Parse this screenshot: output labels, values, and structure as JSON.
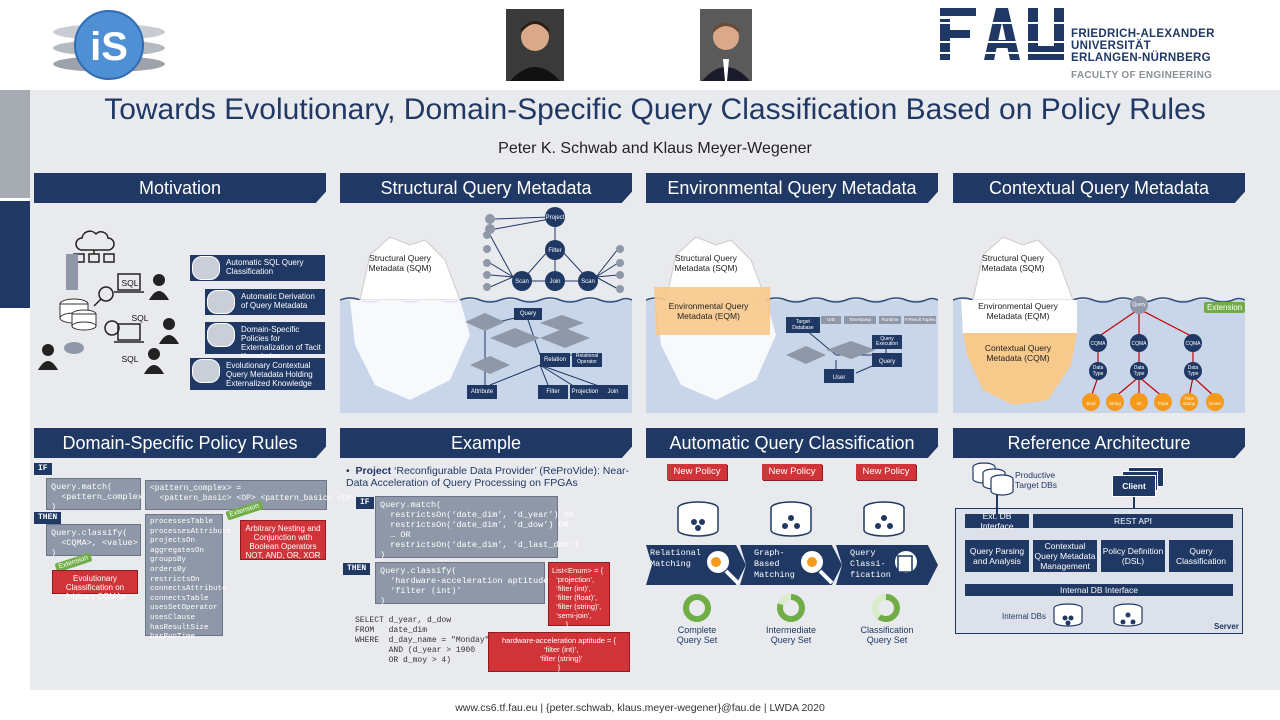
{
  "header": {
    "university_lines": [
      "FRIEDRICH-ALEXANDER",
      "UNIVERSITÄT",
      "ERLANGEN-NÜRNBERG"
    ],
    "faculty": "FACULTY OF ENGINEERING",
    "logo_text": "iS"
  },
  "title": "Towards Evolutionary, Domain-Specific Query Classification Based on Policy Rules",
  "authors": "Peter K. Schwab and Klaus Meyer-Wegener",
  "sections": {
    "motivation": {
      "heading": "Motivation",
      "items": [
        "Automatic SQL Query Classification",
        "Automatic Derivation of Query Metadata",
        "Domain-Specific Policies for Externalization of Tacit Knowledge",
        "Evolutionary Contextual Query Metadata Holding Externalized Knowledge"
      ],
      "sql_label": "SQL"
    },
    "structural": {
      "heading": "Structural Query Metadata",
      "iceberg_label": "Structural Query Metadata (SQM)",
      "nodes": [
        "Project",
        "Filter",
        "Scan",
        "Join",
        "Scan",
        "Query",
        "Relation",
        "Attribute",
        "Filter",
        "Projection",
        "Join",
        "Relational Operator"
      ]
    },
    "environmental": {
      "heading": "Environmental Query Metadata",
      "iceberg_label": "Structural Query Metadata (SQM)",
      "eqm_label": "Environmental Query Metadata (EQM)",
      "nodes": [
        "Target Database",
        "Query Execution",
        "Query",
        "User"
      ],
      "attrs": [
        "UID",
        "Timestamp",
        "Runtime",
        "# Result Tuples"
      ]
    },
    "contextual": {
      "heading": "Contextual Query Metadata",
      "iceberg_label": "Structural Query Metadata (SQM)",
      "eqm_label": "Environmental Query Metadata (EQM)",
      "cqm_label": "Contextual Query Metadata (CQM)",
      "extension": "Extension",
      "root": "Query",
      "cqma": "CQMA",
      "data_type": "Data Type",
      "types": [
        "Bool",
        "String",
        "Int",
        "Float",
        "Time stamp",
        "Enum"
      ]
    },
    "policy": {
      "heading": "Domain-Specific Policy Rules",
      "if": "IF",
      "then": "THEN",
      "match_code": "Query.match(\n  <pattern_complex>\n)",
      "pattern_code": "<pattern_complex> =\n  <pattern_basic> <OP> <pattern_basic> <OP> …",
      "classify_code": "Query.classify(\n  <CQMA>, <value>\n)",
      "extension": "Extension",
      "nesting": "Arbitrary Nesting and Conjunction with Boolean Operators NOT, AND, OR, XOR",
      "evolutionary": "Evolutionary Classification on Arbitrary CQMAs",
      "patterns": [
        "processesTable",
        "processesAttribute",
        "projectsOn",
        "aggregatesOn",
        "groupsBy",
        "ordersBy",
        "restrictsOn",
        "connectsAttribute",
        "connectsTable",
        "usesSetOperator",
        "usesClause",
        "hasResultSize",
        "hasRunTime",
        "…"
      ]
    },
    "example": {
      "heading": "Example",
      "project_bold": "Project",
      "project_text": " ‘Reconfigurable Data Provider’ (ReProVide): Near-Data Acceleration of Query Processing on FPGAs",
      "if": "IF",
      "then": "THEN",
      "match_code": "Query.match(\n  restrictsOn(‘date_dim’, ‘d_year’) OR\n  restrictsOn(‘date_dim’, ‘d_dow’) OR\n  … OR\n  restrictsOn(‘date_dim’, ‘d_last_dom’)\n)",
      "classify_code": "Query.classify(\n  ‘hardware-acceleration aptitude’,\n  ‘filter (int)’\n)",
      "enum_list": "List<Enum> = {\n  ‘projection’,\n  ‘filter (int)’,\n  ‘filter (float)’,\n  ‘filter (string)’,\n  ‘semi-join’,\n  … }",
      "sql": "SELECT d_year, d_dow\nFROM   date_dim\nWHERE  d_day_name = \"Monday\"\n       AND (d_year > 1900\n       OR d_moy > 4)",
      "result": "hardware-acceleration aptitude = {\n  ‘filter (int)’,\n  ‘filter (string)’\n}"
    },
    "classification": {
      "heading": "Automatic Query Classification",
      "new_policy": "New Policy",
      "steps": [
        "Relational Matching",
        "Graph-Based Matching",
        "Query Classi-fication"
      ],
      "sets": [
        "Complete Query Set",
        "Intermediate Query Set",
        "Classification Query Set"
      ],
      "set_fill": [
        1.0,
        0.8,
        0.6
      ]
    },
    "architecture": {
      "heading": "Reference Architecture",
      "target_dbs": "Productive Target DBs",
      "client": "Client",
      "ext_db": "Ext. DB Interface",
      "rest": "REST API",
      "modules": [
        "Query Parsing and Analysis",
        "Contextual Query Metadata Management",
        "Policy Definition (DSL)",
        "Query Classification"
      ],
      "internal_if": "Internal DB Interface",
      "internal_dbs": "Internal DBs",
      "server": "Server"
    }
  },
  "footer": "www.cs6.tf.fau.eu   |   {peter.schwab, klaus.meyer-wegener}@fau.de   |   LWDA 2020"
}
